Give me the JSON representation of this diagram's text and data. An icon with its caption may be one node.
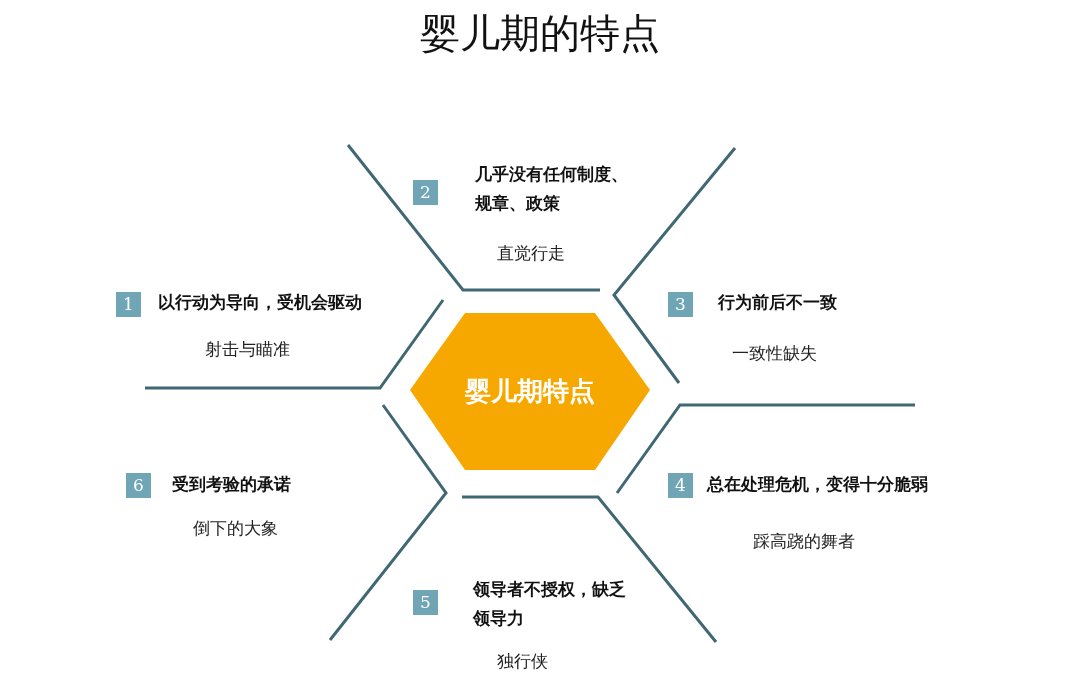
{
  "diagram": {
    "title": "婴儿期的特点",
    "nodes": [
      {
        "text": [
          "婴儿期特点"
        ]
      },
      {
        "text": [
          "1"
        ],
        "beside": [
          "以行动为导向，受机会驱动",
          "射击与瞄准"
        ]
      },
      {
        "text": [
          "2"
        ],
        "beside": [
          "几乎没有任何制度、规章、政策",
          "直觉行走"
        ]
      },
      {
        "text": [
          "3"
        ],
        "beside": [
          "行为前后不一致",
          "一致性缺失"
        ]
      },
      {
        "text": [
          "4"
        ],
        "beside": [
          "总在处理危机，变得十分脆弱",
          "踩高跷的舞者"
        ]
      },
      {
        "text": [
          "5"
        ],
        "beside": [
          "领导者不授权，缺乏领导力",
          "独行侠"
        ]
      },
      {
        "text": [
          "6"
        ],
        "beside": [
          "受到考验的承诺",
          "倒下的大象"
        ]
      }
    ]
  }
}
